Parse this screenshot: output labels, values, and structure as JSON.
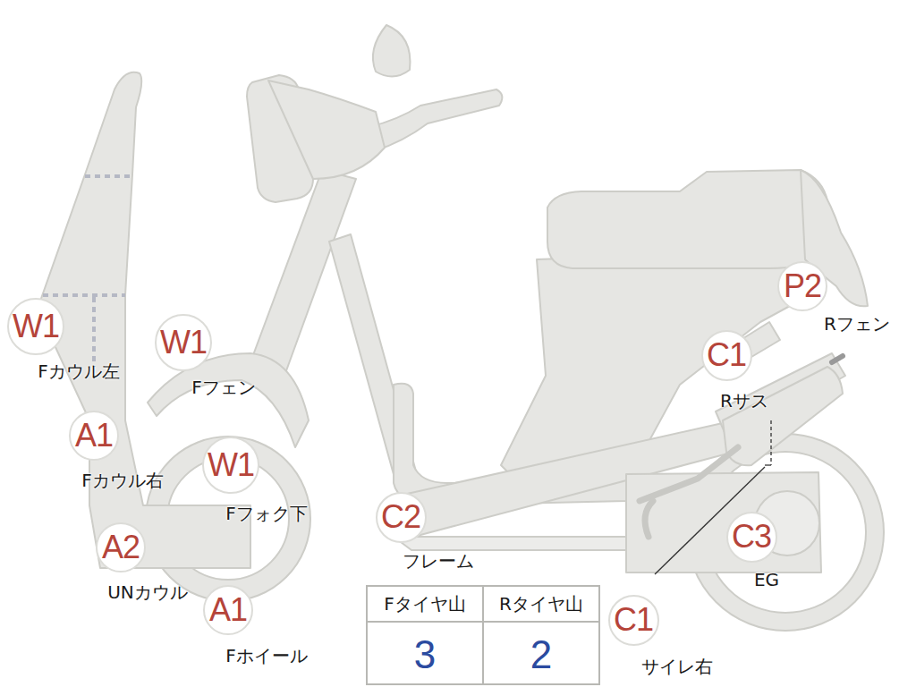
{
  "diagram": {
    "nodes": [
      {
        "text": [
          "W1",
          "Fカウル左"
        ]
      },
      {
        "text": [
          "W1",
          "Fフェン"
        ]
      },
      {
        "text": [
          "A1",
          "Fカウル右"
        ]
      },
      {
        "text": [
          "W1",
          "Fフォク下"
        ]
      },
      {
        "text": [
          "A2",
          "UNカウル"
        ]
      },
      {
        "text": [
          "A1",
          "Fホイール"
        ]
      },
      {
        "text": [
          "C2",
          "フレーム"
        ]
      },
      {
        "text": [
          "P2",
          "Rフェン"
        ]
      },
      {
        "text": [
          "C1",
          "Rサス"
        ]
      },
      {
        "text": [
          "C3",
          "EG"
        ]
      },
      {
        "text": [
          "C1",
          "サイレ右"
        ]
      }
    ],
    "labels": [
      "Fタイヤ山",
      "Rタイヤ山",
      "3",
      "2"
    ]
  }
}
